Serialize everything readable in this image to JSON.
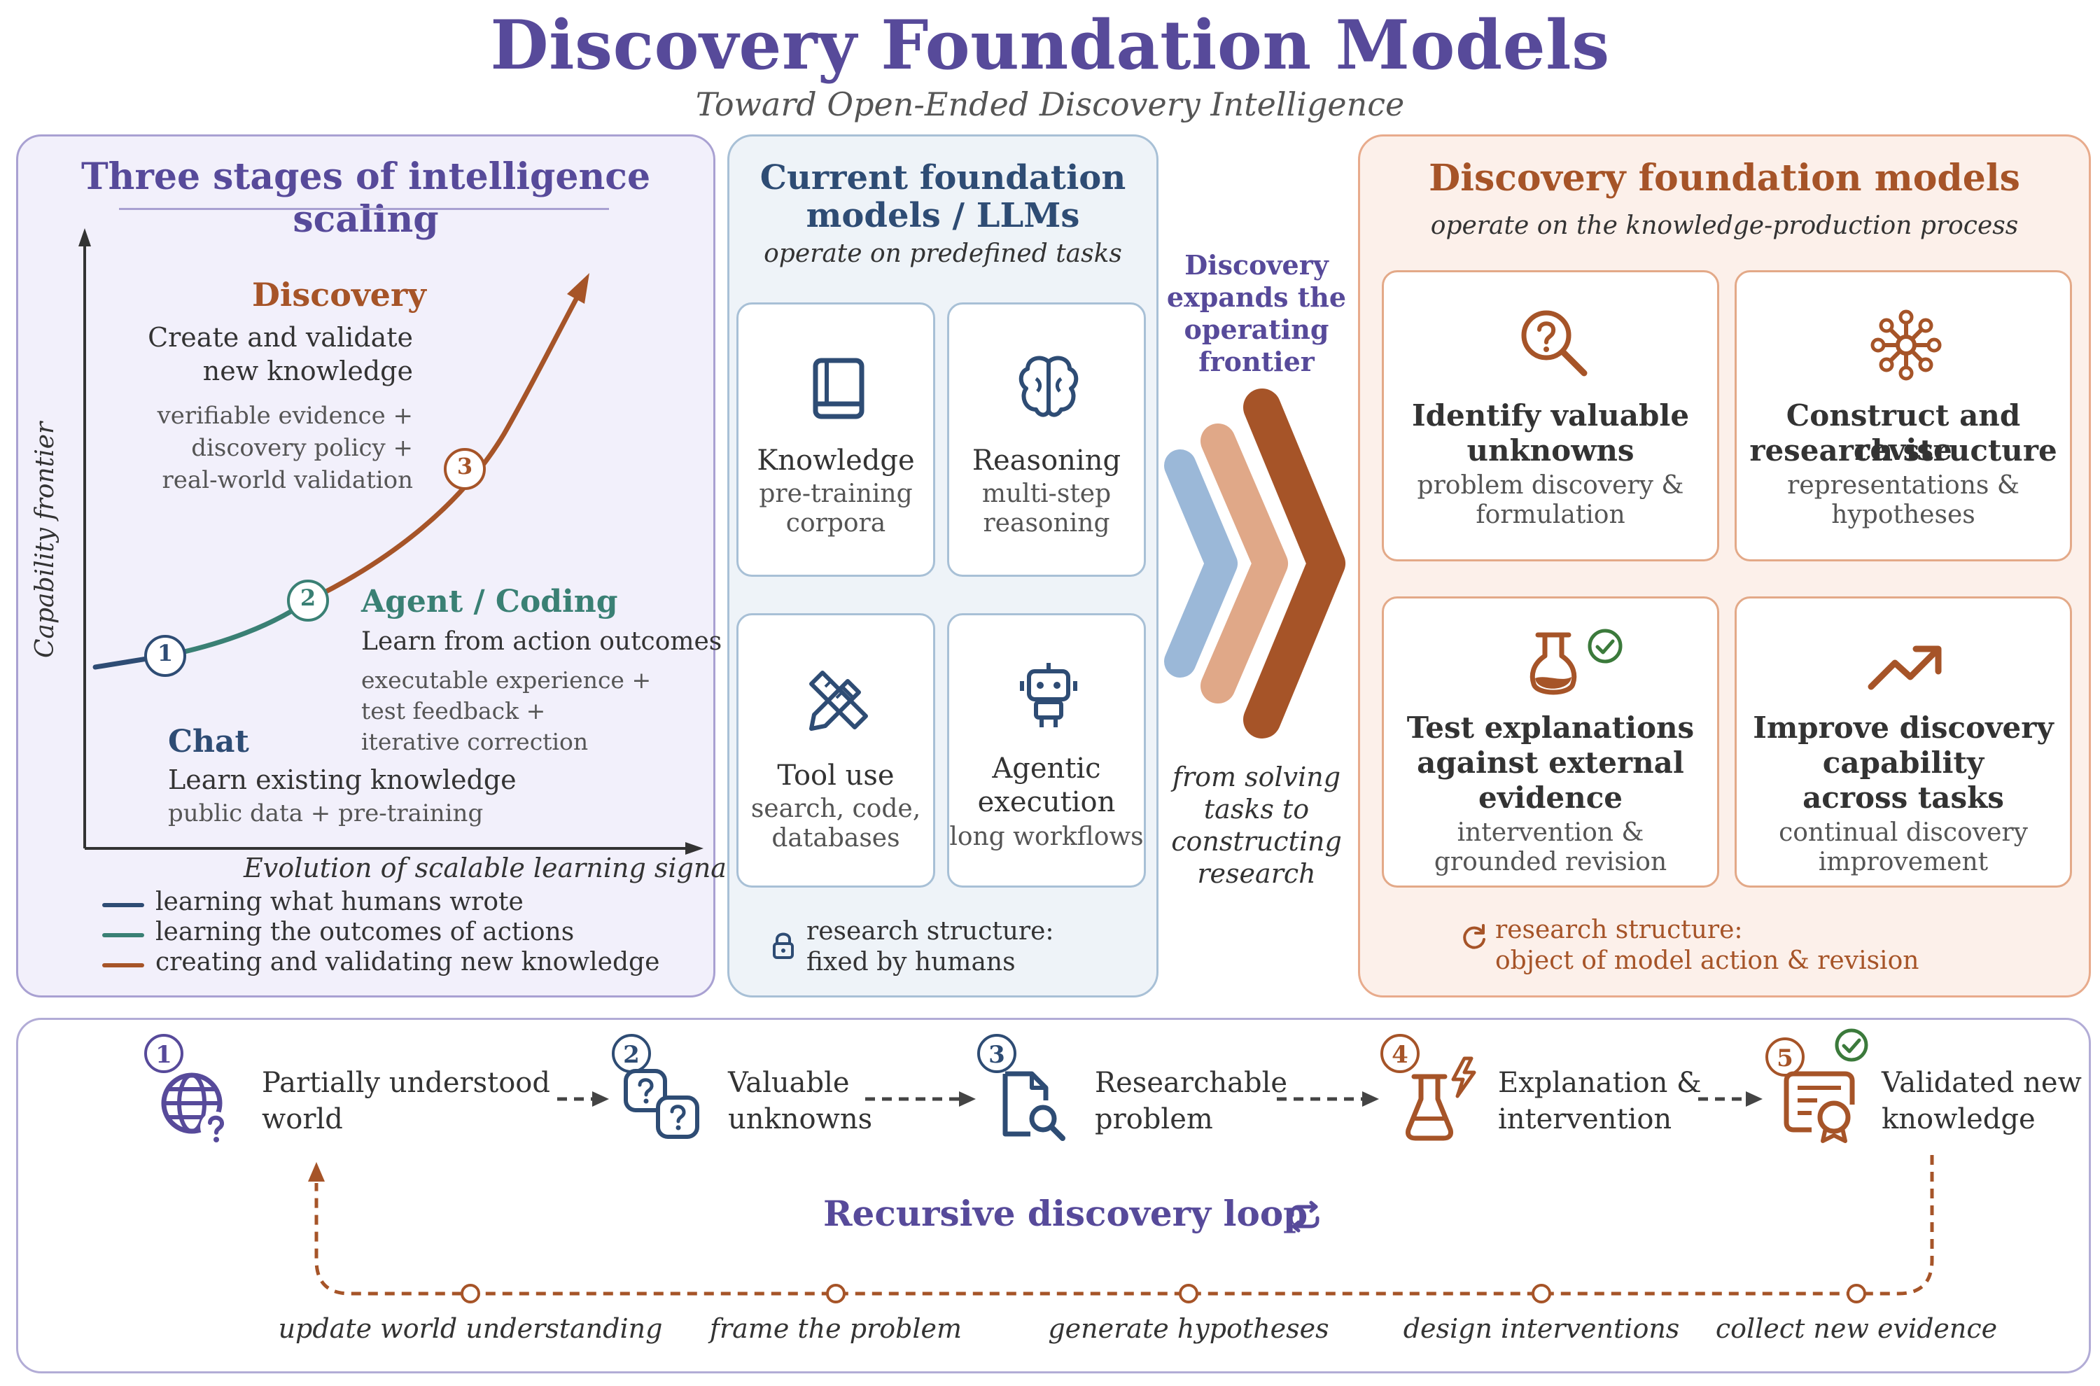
{
  "header": {
    "title": "Discovery Foundation Models",
    "subtitle": "Toward Open-Ended Discovery Intelligence"
  },
  "left": {
    "title": "Three stages of intelligence scaling",
    "y_axis": "Capability frontier",
    "x_axis": "Evolution of scalable learning signals",
    "stages": [
      {
        "num": "1",
        "name": "Chat",
        "desc": "Learn existing knowledge",
        "detail": "public data + pre-training"
      },
      {
        "num": "2",
        "name": "Agent / Coding",
        "desc": "Learn from action outcomes",
        "detail1": "executable experience +",
        "detail2": "test feedback +",
        "detail3": "iterative correction"
      },
      {
        "num": "3",
        "name": "Discovery",
        "desc1": "Create and validate",
        "desc2": "new knowledge",
        "detail1": "verifiable evidence +",
        "detail2": "discovery policy +",
        "detail3": "real-world validation"
      }
    ],
    "legend": [
      {
        "label": "learning what humans wrote",
        "color": "#2e4c74"
      },
      {
        "label": "learning the outcomes of actions",
        "color": "#3a8074"
      },
      {
        "label": "creating and validating new knowledge",
        "color": "#a65428"
      }
    ]
  },
  "middle": {
    "title1": "Current foundation",
    "title2": "models / LLMs",
    "subtitle": "operate on predefined tasks",
    "cards": [
      {
        "icon": "book-icon",
        "title": "Knowledge",
        "line1": "pre-training",
        "line2": "corpora"
      },
      {
        "icon": "brain-icon",
        "title": "Reasoning",
        "line1": "multi-step",
        "line2": "reasoning"
      },
      {
        "icon": "tools-icon",
        "title": "Tool use",
        "line1": "search, code,",
        "line2": "databases"
      },
      {
        "icon": "robot-icon",
        "title1": "Agentic",
        "title2": "execution",
        "line1": "long workflows"
      }
    ],
    "footer1": "research structure:",
    "footer2": "fixed by humans"
  },
  "transition": {
    "top1": "Discovery",
    "top2": "expands the",
    "top3": "operating",
    "top4": "frontier",
    "bottom1": "from solving",
    "bottom2": "tasks to",
    "bottom3": "constructing",
    "bottom4": "research"
  },
  "right": {
    "title": "Discovery foundation models",
    "subtitle": "operate on the knowledge-production process",
    "cards": [
      {
        "icon": "magnifier-question-icon",
        "title1": "Identify valuable",
        "title2": "unknowns",
        "line1": "problem discovery &",
        "line2": "formulation"
      },
      {
        "icon": "network-icon",
        "title1": "Construct and revise",
        "title2": "research structure",
        "line1": "representations &",
        "line2": "hypotheses"
      },
      {
        "icon": "flask-icon",
        "title1": "Test explanations",
        "title2": "against external",
        "title3": "evidence",
        "line1": "intervention &",
        "line2": "grounded revision"
      },
      {
        "icon": "trend-up-icon",
        "title1": "Improve discovery",
        "title2": "capability",
        "title3": "across tasks",
        "line1": "continual discovery",
        "line2": "improvement"
      }
    ],
    "footer1": "research structure:",
    "footer2": "object of model action & revision"
  },
  "bottom": {
    "steps": [
      {
        "num": "1",
        "icon": "globe-question-icon",
        "line1": "Partially understood",
        "line2": "world"
      },
      {
        "num": "2",
        "icon": "question-boxes-icon",
        "line1": "Valuable",
        "line2": "unknowns"
      },
      {
        "num": "3",
        "icon": "document-search-icon",
        "line1": "Researchable",
        "line2": "problem"
      },
      {
        "num": "4",
        "icon": "flask-bolt-icon",
        "line1": "Explanation &",
        "line2": "intervention"
      },
      {
        "num": "5",
        "icon": "certificate-icon",
        "line1": "Validated new",
        "line2": "knowledge"
      }
    ],
    "loop_title": "Recursive discovery loop",
    "loop_steps": [
      "update world understanding",
      "frame the problem",
      "generate hypotheses",
      "design interventions",
      "collect new evidence"
    ]
  }
}
